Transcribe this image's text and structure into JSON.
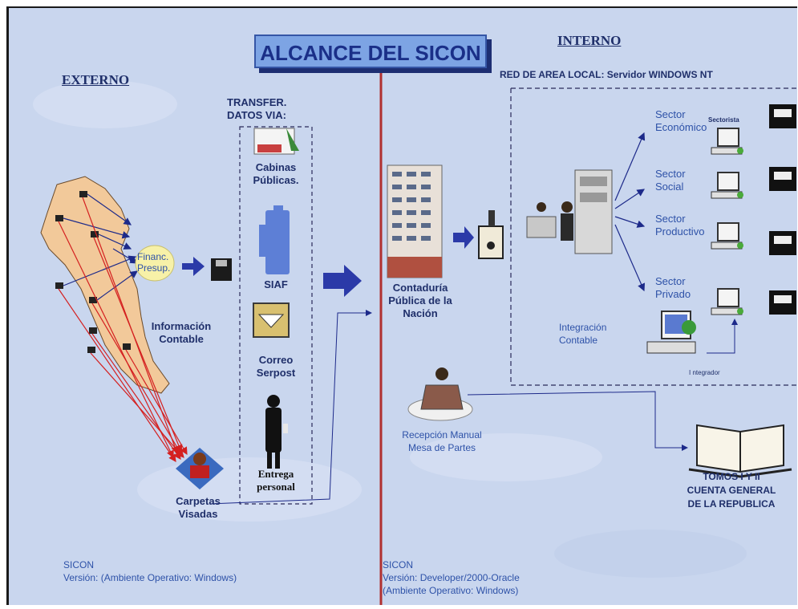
{
  "title": "ALCANCE DEL SICON",
  "sections": {
    "externo": "EXTERNO",
    "interno": "INTERNO"
  },
  "transfer": {
    "line1": "TRANSFER.",
    "line2": "DATOS VIA:"
  },
  "channels": {
    "cabinas": [
      "Cabinas",
      "Públicas."
    ],
    "siaf": "SIAF",
    "correo": [
      "Correo",
      "Serpost"
    ],
    "entrega": [
      "Entrega",
      "personal"
    ]
  },
  "financ": [
    "Financ.",
    "Presup."
  ],
  "informacion": [
    "Información",
    "Contable"
  ],
  "carpetas": [
    "Carpetas",
    "Visadas"
  ],
  "contaduria": [
    "Contaduría",
    "Pública de la",
    "Nación"
  ],
  "red": "RED DE AREA LOCAL: Servidor WINDOWS NT",
  "sectorista": "Sectorista",
  "sectors": [
    [
      "Sector",
      "Económico"
    ],
    [
      "Sector",
      "Social"
    ],
    [
      "Sector",
      "Productivo"
    ],
    [
      "Sector",
      "Privado"
    ]
  ],
  "integracion": [
    "Integración",
    "Contable"
  ],
  "integrador": "I ntegrador",
  "recepcion": [
    "Recepción Manual",
    "Mesa de Partes"
  ],
  "tomos": [
    "TOMOS I Y II",
    "CUENTA GENERAL",
    "DE LA REPUBLICA"
  ],
  "sicon_left": [
    "SICON",
    "Versión: (Ambiente Operativo: Windows)"
  ],
  "sicon_right": [
    "SICON",
    "Versión: Developer/2000-Oracle",
    "(Ambiente Operativo: Windows)"
  ],
  "colors": {
    "background": "#c9d6ee",
    "title_box": "#7da4e4",
    "arrow": "#2b3aa8",
    "red_line": "#b03030",
    "map": "#f2c99a"
  }
}
